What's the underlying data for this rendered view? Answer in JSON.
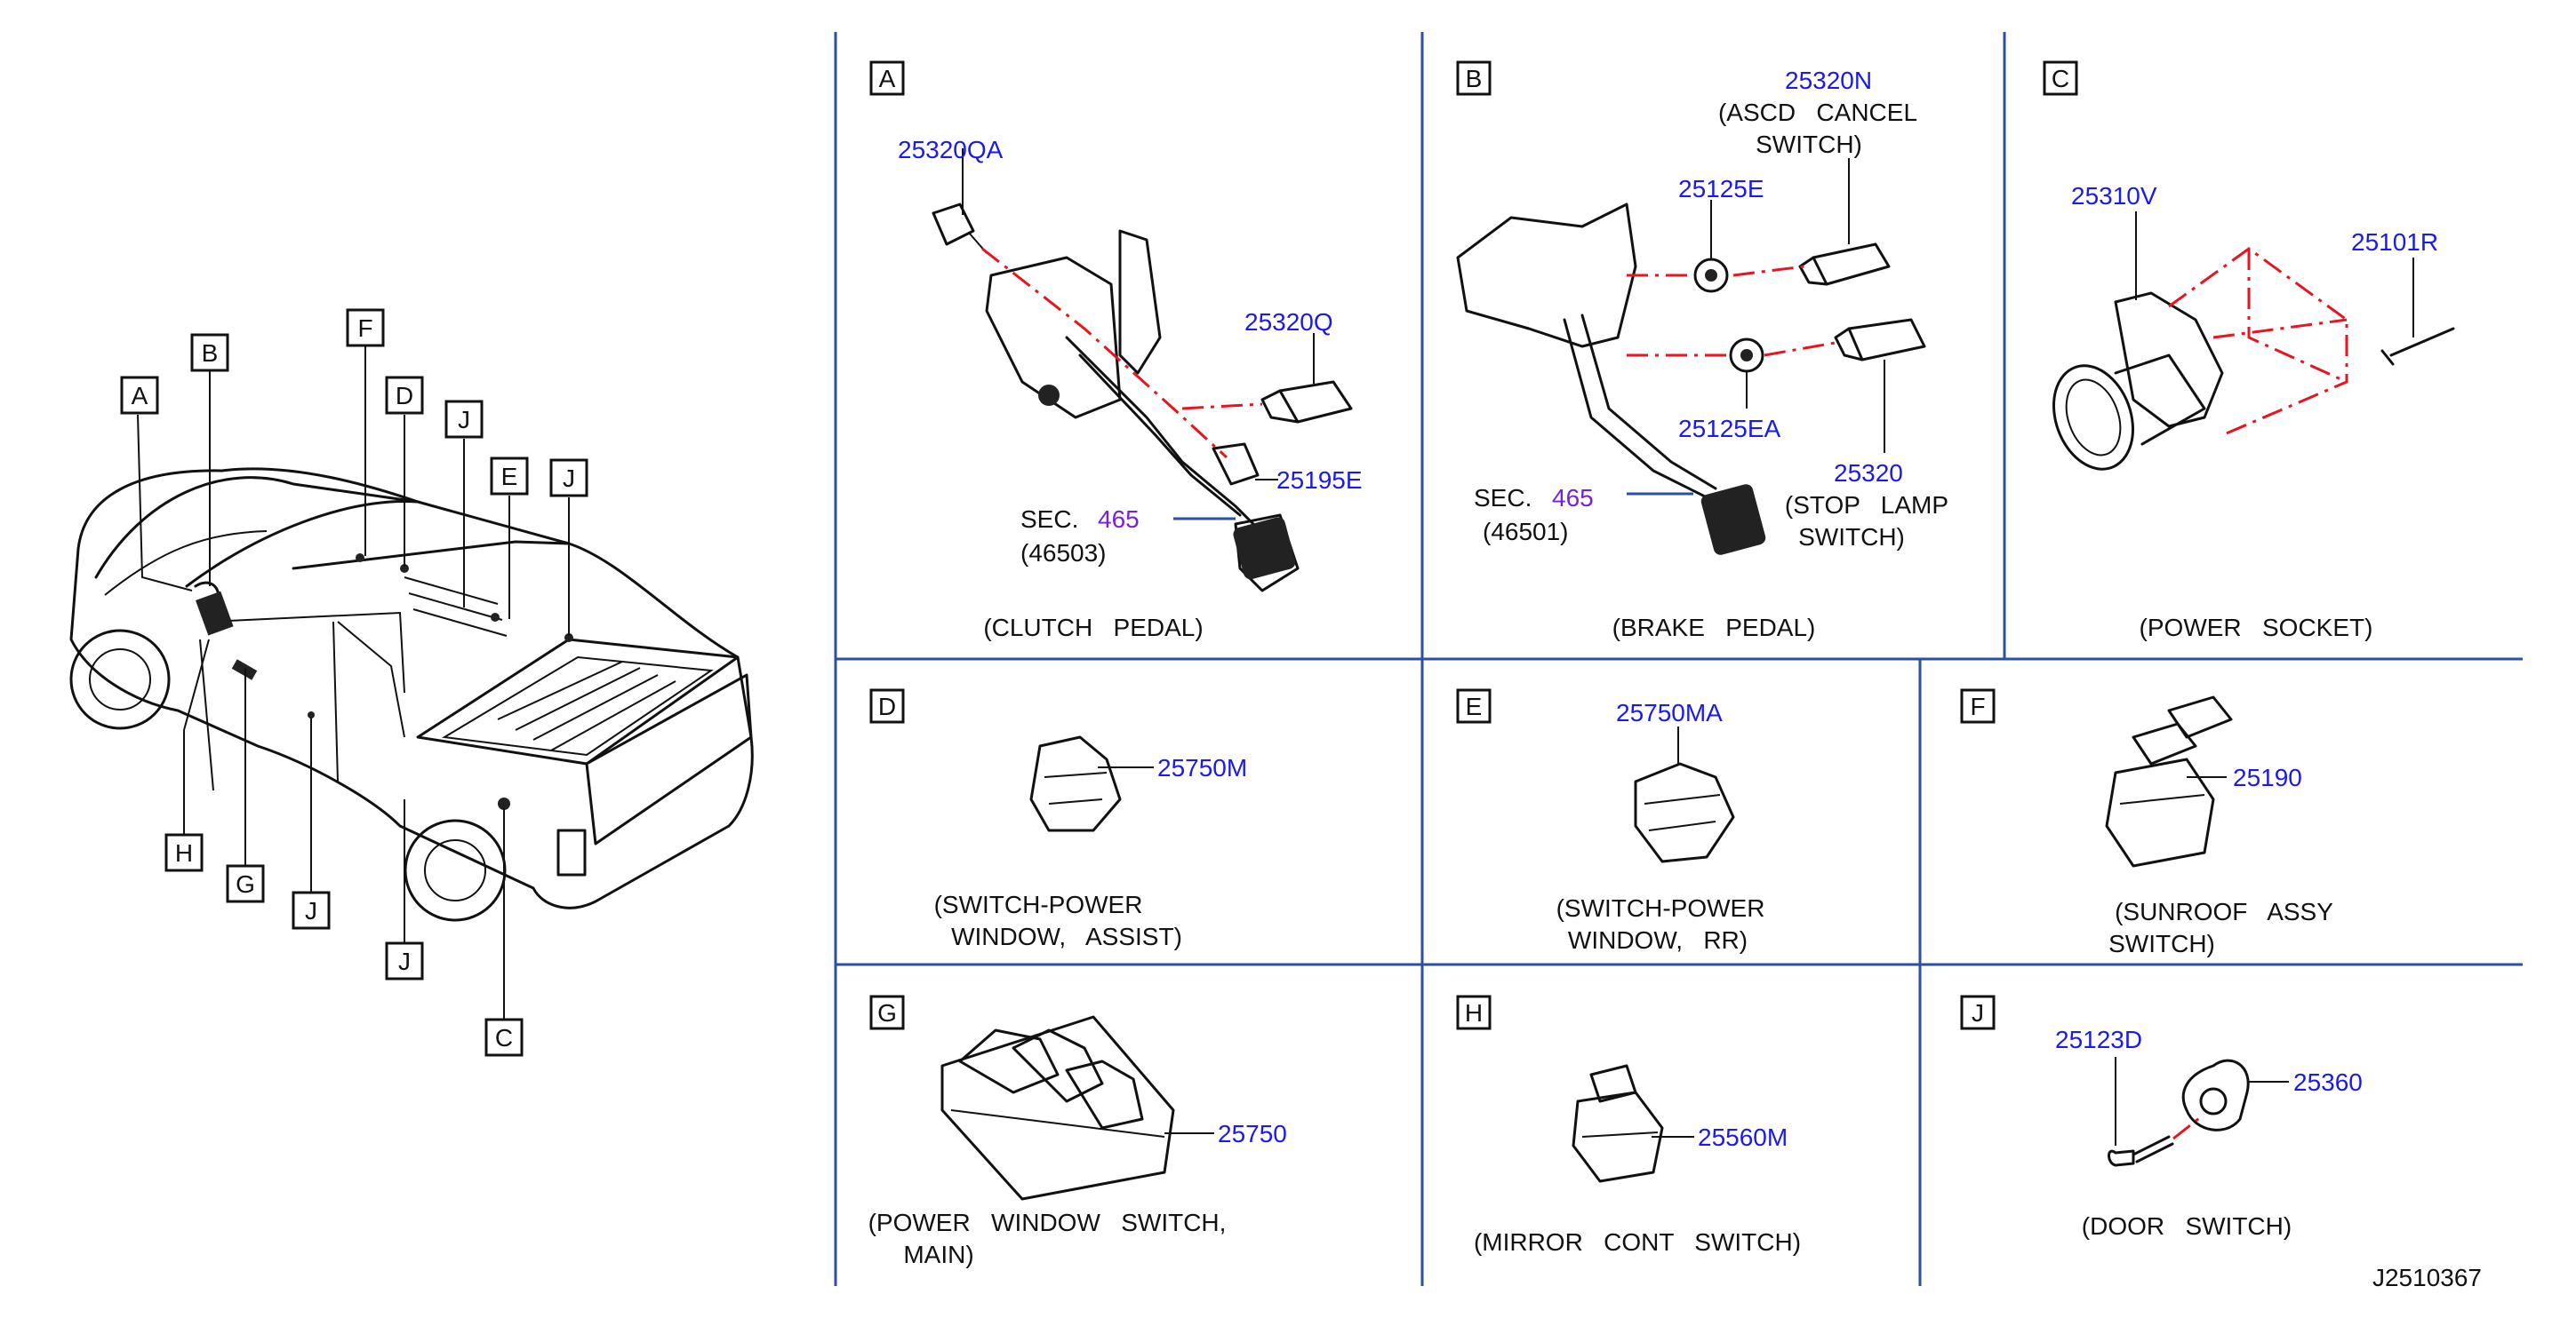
{
  "drawing_id": "J2510367",
  "vehicle_callouts": {
    "A": "A",
    "B": "B",
    "C": "C",
    "D": "D",
    "E": "E",
    "F": "F",
    "G": "G",
    "H": "H",
    "J1": "J",
    "J2": "J",
    "J3": "J",
    "J4": "J"
  },
  "panels": {
    "A": {
      "letter": "A",
      "caption": "(CLUTCH   PEDAL)",
      "parts": {
        "switch_top": "25320QA",
        "switch_right": "25320Q",
        "bracket": "25195E"
      },
      "sec_label": "SEC.",
      "sec_number": "465",
      "sec_sub": "(46503)"
    },
    "B": {
      "letter": "B",
      "caption": "(BRAKE   PEDAL)",
      "parts": {
        "ascd": "25320N",
        "clip_top": "25125E",
        "clip_bottom": "25125EA",
        "stop": "25320"
      },
      "ascd_desc": [
        "(ASCD   CANCEL",
        "SWITCH)"
      ],
      "stop_desc": [
        "(STOP   LAMP",
        "SWITCH)"
      ],
      "sec_label": "SEC.",
      "sec_number": "465",
      "sec_sub": "(46501)"
    },
    "C": {
      "letter": "C",
      "caption": "(POWER   SOCKET)",
      "parts": {
        "socket": "25310V",
        "rivet": "25101R"
      }
    },
    "D": {
      "letter": "D",
      "caption": [
        "(SWITCH-POWER",
        "WINDOW,   ASSIST)"
      ],
      "parts": {
        "switch": "25750M"
      }
    },
    "E": {
      "letter": "E",
      "caption": [
        "(SWITCH-POWER",
        "WINDOW,   RR)"
      ],
      "parts": {
        "switch": "25750MA"
      }
    },
    "F": {
      "letter": "F",
      "caption": [
        "(SUNROOF   ASSY",
        "SWITCH)"
      ],
      "parts": {
        "switch": "25190"
      }
    },
    "G": {
      "letter": "G",
      "caption": [
        "(POWER   WINDOW   SWITCH,",
        "MAIN)"
      ],
      "parts": {
        "switch": "25750"
      }
    },
    "H": {
      "letter": "H",
      "caption": "(MIRROR   CONT   SWITCH)",
      "parts": {
        "switch": "25560M"
      }
    },
    "J": {
      "letter": "J",
      "caption": "(DOOR   SWITCH)",
      "parts": {
        "bolt": "25123D",
        "switch": "25360"
      }
    }
  },
  "colors": {
    "part_number": "#1a1aee",
    "section_ref": "#7a1fd6",
    "divider": "#2b4fa3",
    "phantom": "#e8141e",
    "ink": "#111111"
  }
}
